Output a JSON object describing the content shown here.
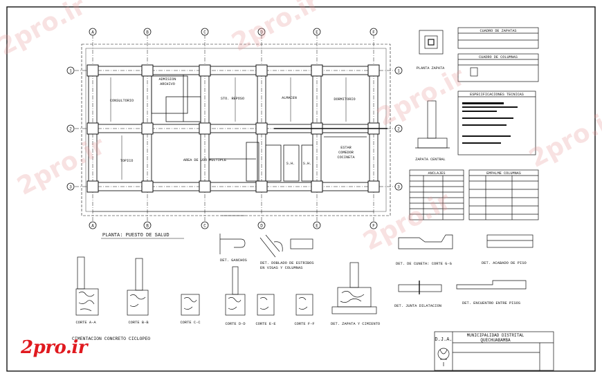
{
  "grid": {
    "letters": [
      "A",
      "B",
      "C",
      "D",
      "E",
      "F"
    ],
    "numbers": [
      "1",
      "2",
      "3"
    ]
  },
  "rooms": {
    "consultorio": "CONSULTORIO",
    "admision": "ADMISION",
    "archivo": "ARCHIVO",
    "reposo": "STO. REPOSO",
    "almacen": "ALMACEN",
    "dormitorio": "DORMITORIO",
    "topico": "TOPICO",
    "uso_multiple": "AREA DE USO MULTIPLE",
    "estar": "ESTAR",
    "comedor": "COMEDOR",
    "cocineta": "COCINETA",
    "sh1": "S.H.",
    "sh2": "S.H."
  },
  "titles": {
    "plan": "PLANTA: PUESTO DE SALUD",
    "cimentacion": "CIMENTACION CONCRETO CICLOPEO",
    "ganchos": "DET. GANCHOS",
    "doblado": "DET. DOBLADO DE ESTRIBOS",
    "doblado2": "EN VIGAS Y COLUMNAS",
    "zapata_cimiento": "DET. ZAPATA Y CIMIENTO",
    "cuneta": "DET. DE CUNETA: CORTE G-G",
    "piso": "DET. ACABADO DE PISO",
    "junta": "DET. JUNTA DILATACION",
    "encuentro": "DET. ENCUENTRO ENTRE PISOS",
    "planta_zapata": "PLANTA ZAPATA",
    "zapata_central": "ZAPATA CENTRAL",
    "cuadro_zapatas": "CUADRO DE ZAPATAS",
    "cuadro_columnas": "CUADRO DE COLUMNAS",
    "especificaciones": "ESPECIFICACIONES TECNICAS",
    "anclajes": "ANCLAJES",
    "empalme": "EMPALME COLUMNAS"
  },
  "cortes": [
    "CORTE A-A",
    "CORTE B-B",
    "CORTE C-C",
    "CORTE D-D",
    "CORTE E-E",
    "CORTE F-F"
  ],
  "titleblock": {
    "firm": "D.J.A.",
    "client1": "MUNICIPALIDAD DISTRITAL",
    "client2": "QUECHUABAMBA"
  },
  "watermarks": [
    "2pro.ir",
    "2pro.ir",
    "2pro.ir",
    "2pro.ir",
    "2pro.ir",
    "2pro.ir"
  ],
  "logo": "2pro.ir",
  "colors": {
    "line": "#111111",
    "paper": "#ffffff",
    "watermark": "#e69696",
    "logo": "#e0191f"
  }
}
